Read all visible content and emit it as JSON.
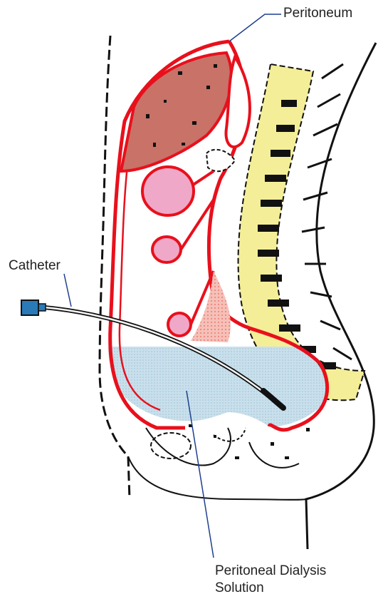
{
  "labels": {
    "peritoneum": "Peritoneum",
    "catheter": "Catheter",
    "solution_line1": "Peritoneal Dialysis",
    "solution_line2": "Solution"
  },
  "colors": {
    "peritoneum_outline": "#e8101c",
    "organ_brown": "#c87268",
    "organ_pink": "#f0a8c8",
    "fluid_blue": "#bcd8e6",
    "catheter_port": "#2a7ab8",
    "spine_yellow": "#f4ee98",
    "leader_line": "#1f3f8f"
  }
}
